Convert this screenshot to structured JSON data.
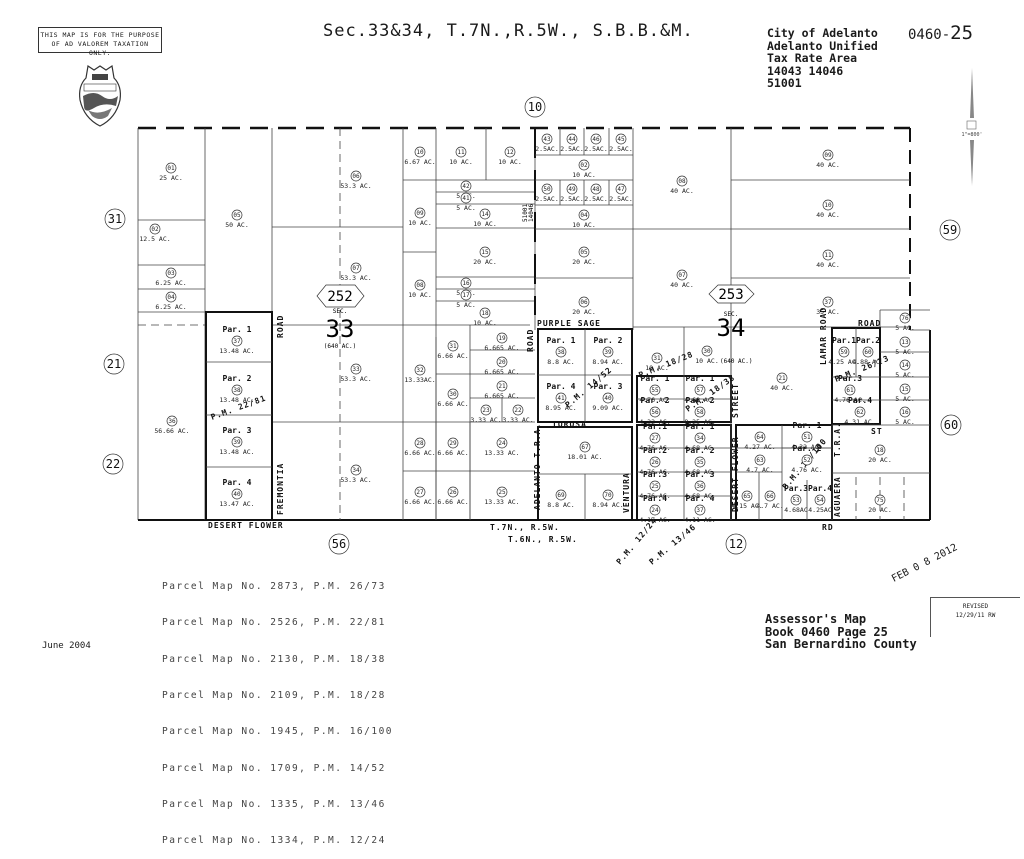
{
  "header": {
    "disclaimer": [
      "THIS MAP IS FOR THE PURPOSE",
      "OF AD VALOREM TAXATION ONLY."
    ],
    "title": "Sec.33&34, T.7N.,R.5W., S.B.B.&M.",
    "city_info": [
      "City of Adelanto",
      "Adelanto Unified",
      "Tax Rate Area",
      "14043 14046",
      "51001"
    ],
    "book_prefix": "0460-",
    "book_page": "25",
    "scale": "1\"=800'",
    "seal": "County of San Bernardino seal"
  },
  "map": {
    "adjacent_pages": [
      "10",
      "31",
      "21",
      "22",
      "56",
      "12",
      "59",
      "60"
    ],
    "section_blocks": [
      {
        "block": "252",
        "section": "33",
        "label": "SEC.",
        "acres": "(640 AC.)"
      },
      {
        "block": "253",
        "section": "34",
        "label": "SEC.",
        "acres": "(640 AC.)"
      }
    ],
    "streets": [
      "ROAD",
      "FREMONTIA",
      "DESERT FLOWER",
      "PURPLE SAGE",
      "ROAD",
      "TOROSA",
      "ADELANTO T.R.A.",
      "VENTURA",
      "STREET",
      "DESERT FLOWER",
      "ROAD",
      "ST",
      "AGUAERA",
      "RD",
      "T.R.A.",
      "LAMAR ROAD"
    ],
    "township_lines": [
      "T.7N., R.5W.",
      "T.6N., R.5W."
    ],
    "tra_codes": [
      "51001",
      "14046"
    ],
    "parcel_map_refs": [
      "P.M. 22/81",
      "P.M. 14/52",
      "P.M. 18/28",
      "P.M. 18/38",
      "P.M. 26/73",
      "P.M. 16/100",
      "P.M. 12/24",
      "P.M. 13/46"
    ],
    "parcels": [
      {
        "n": "01",
        "ac": "25 AC."
      },
      {
        "n": "02",
        "ac": "12.5 AC."
      },
      {
        "n": "03",
        "ac": "6.25 AC."
      },
      {
        "n": "04",
        "ac": "6.25 AC."
      },
      {
        "n": "05",
        "ac": "50 AC."
      },
      {
        "n": "06",
        "ac": "53.3 AC."
      },
      {
        "n": "07",
        "ac": "53.3 AC."
      },
      {
        "n": "10",
        "ac": "6.67 AC."
      },
      {
        "n": "11",
        "ac": "10 AC."
      },
      {
        "n": "12",
        "ac": "10 AC."
      },
      {
        "n": "09",
        "ac": "10 AC."
      },
      {
        "n": "08",
        "ac": "10 AC."
      },
      {
        "n": "42",
        "ac": "5 AC."
      },
      {
        "n": "41",
        "ac": "5 AC."
      },
      {
        "n": "14",
        "ac": "10 AC."
      },
      {
        "n": "15",
        "ac": "20 AC."
      },
      {
        "n": "16",
        "ac": "5 AC."
      },
      {
        "n": "17",
        "ac": "5 AC."
      },
      {
        "n": "18",
        "ac": "10 AC."
      },
      {
        "n": "43",
        "ac": "2.5AC."
      },
      {
        "n": "44",
        "ac": "2.5AC."
      },
      {
        "n": "46",
        "ac": "2.5AC."
      },
      {
        "n": "45",
        "ac": "2.5AC."
      },
      {
        "n": "02",
        "ac": "10 AC."
      },
      {
        "n": "50",
        "ac": "2.5AC."
      },
      {
        "n": "49",
        "ac": "2.5AC."
      },
      {
        "n": "48",
        "ac": "2.5AC."
      },
      {
        "n": "47",
        "ac": "2.5AC."
      },
      {
        "n": "04",
        "ac": "10 AC."
      },
      {
        "n": "05",
        "ac": "20 AC."
      },
      {
        "n": "06",
        "ac": "20 AC."
      },
      {
        "n": "08",
        "ac": "40 AC."
      },
      {
        "n": "07",
        "ac": "40 AC."
      },
      {
        "n": "09",
        "ac": "40 AC."
      },
      {
        "n": "10",
        "ac": "40 AC."
      },
      {
        "n": "11",
        "ac": "40 AC."
      },
      {
        "n": "37",
        "ac": "35 AC."
      },
      {
        "n": "36",
        "ac": "56.66 AC."
      },
      {
        "n": "37",
        "ac": "13.48 AC.",
        "par": "Par. 1"
      },
      {
        "n": "38",
        "ac": "13.48 AC.",
        "par": "Par. 2"
      },
      {
        "n": "39",
        "ac": "13.48 AC.",
        "par": "Par. 3"
      },
      {
        "n": "40",
        "ac": "13.47 AC.",
        "par": "Par. 4"
      },
      {
        "n": "33",
        "ac": "53.3 AC."
      },
      {
        "n": "34",
        "ac": "53.3 AC."
      },
      {
        "n": "32",
        "ac": "13.33AC."
      },
      {
        "n": "31",
        "ac": "6.66 AC."
      },
      {
        "n": "30",
        "ac": "6.66 AC."
      },
      {
        "n": "19",
        "ac": "6.665 AC."
      },
      {
        "n": "20",
        "ac": "6.665 AC."
      },
      {
        "n": "21",
        "ac": "6.665 AC."
      },
      {
        "n": "23",
        "ac": "3.33 AC."
      },
      {
        "n": "22",
        "ac": "3.33 AC."
      },
      {
        "n": "28",
        "ac": "6.66 AC."
      },
      {
        "n": "29",
        "ac": "6.66 AC."
      },
      {
        "n": "24",
        "ac": "13.33 AC."
      },
      {
        "n": "27",
        "ac": "6.66 AC."
      },
      {
        "n": "26",
        "ac": "6.66 AC."
      },
      {
        "n": "25",
        "ac": "13.33 AC."
      },
      {
        "n": "38",
        "ac": "8.8 AC.",
        "par": "Par. 1"
      },
      {
        "n": "39",
        "ac": "8.94 AC.",
        "par": "Par. 2"
      },
      {
        "n": "41",
        "ac": "8.95 AC.",
        "par": "Par. 4"
      },
      {
        "n": "40",
        "ac": "9.09 AC.",
        "par": "Par. 3"
      },
      {
        "n": "67",
        "ac": "18.01 AC."
      },
      {
        "n": "69",
        "ac": "8.8 AC."
      },
      {
        "n": "70",
        "ac": "8.94 AC."
      },
      {
        "n": "31",
        "ac": "10 AC."
      },
      {
        "n": "30",
        "ac": "10 AC."
      },
      {
        "n": "21",
        "ac": "40 AC."
      },
      {
        "n": "55",
        "ac": "4.76 AC.",
        "par": "Par. 1"
      },
      {
        "n": "56",
        "ac": "4.32 AC.",
        "par": "Par. 2"
      },
      {
        "n": "57",
        "ac": "4.68 AC.",
        "par": "Par. 1"
      },
      {
        "n": "58",
        "ac": "8.25 AC.",
        "par": "Par. 2"
      },
      {
        "n": "27",
        "ac": "4.76 AC.",
        "par": "Par.1"
      },
      {
        "n": "26",
        "ac": "4.76 AC.",
        "par": "Par.2"
      },
      {
        "n": "25",
        "ac": "4.76 AC.",
        "par": "Par.3"
      },
      {
        "n": "24",
        "ac": "4.17 AC.",
        "par": "Par.4"
      },
      {
        "n": "34",
        "ac": "4.68 AC.",
        "par": "Par. 1"
      },
      {
        "n": "35",
        "ac": "4.68 AC.",
        "par": "Par. 2"
      },
      {
        "n": "36",
        "ac": "4.68 AC.",
        "par": "Par. 3"
      },
      {
        "n": "37",
        "ac": "4.11 AC.",
        "par": "Par. 4"
      },
      {
        "n": "64",
        "ac": "4.27 AC."
      },
      {
        "n": "63",
        "ac": "4.7 AC."
      },
      {
        "n": "65",
        "ac": "4.15 AC."
      },
      {
        "n": "66",
        "ac": "4.7 AC."
      },
      {
        "n": "51",
        "ac": "4.32 AC.",
        "par": "Par. 1"
      },
      {
        "n": "52",
        "ac": "4.76 AC.",
        "par": "Par. 2"
      },
      {
        "n": "53",
        "ac": "4.68AC",
        "par": "Par.3"
      },
      {
        "n": "54",
        "ac": "4.25AC",
        "par": "Par.4"
      },
      {
        "n": "59",
        "ac": "4.25 AC.",
        "par": "Par.1"
      },
      {
        "n": "60",
        "ac": "4.88 AC.",
        "par": "Par.2"
      },
      {
        "n": "61",
        "ac": "4.76 AC.",
        "par": "Par.3"
      },
      {
        "n": "62",
        "ac": "4.31 AC.",
        "par": "Par.4"
      },
      {
        "n": "76",
        "ac": "5 AC."
      },
      {
        "n": "13",
        "ac": "5 AC."
      },
      {
        "n": "14",
        "ac": "5 AC."
      },
      {
        "n": "15",
        "ac": "5 AC."
      },
      {
        "n": "16",
        "ac": "5 AC."
      },
      {
        "n": "18",
        "ac": "20 AC."
      },
      {
        "n": "75",
        "ac": "20 AC."
      }
    ]
  },
  "footer": {
    "parcel_maps": [
      "Parcel Map No. 2873, P.M. 26/73",
      "Parcel Map No. 2526, P.M. 22/81",
      "Parcel Map No. 2130, P.M. 18/38",
      "Parcel Map No. 2109, P.M. 18/28",
      "Parcel Map No. 1945, P.M. 16/100",
      "Parcel Map No. 1709, P.M. 14/52",
      "Parcel Map No. 1335, P.M. 13/46",
      "Parcel Map No. 1334, P.M. 12/24"
    ],
    "date": "June 2004",
    "assessor": [
      "Assessor's Map",
      "Book 0460 Page 25",
      "San Bernardino County"
    ],
    "stamp": "FEB 0 8 2012",
    "revised_label": "REVISED",
    "revised_date": "12/29/11 RW"
  }
}
